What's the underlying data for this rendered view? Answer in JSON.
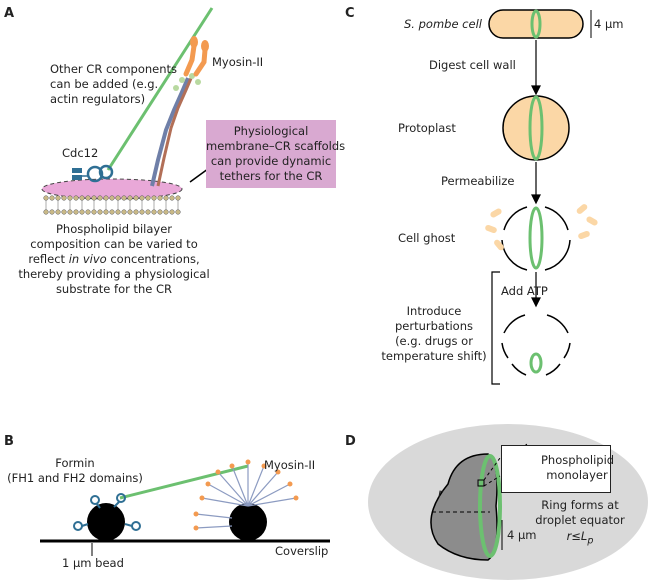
{
  "panels": {
    "a": {
      "label": "A",
      "other_cr_line1": "Other CR components",
      "other_cr_line2": "can be added (e.g.",
      "other_cr_line3": "actin regulators)",
      "myosin": "Myosin-II",
      "cdc12": "Cdc12",
      "box_line1": "Physiological",
      "box_line2": "membrane–CR scaffolds",
      "box_line3": "can provide dynamic",
      "box_line4": "tethers for the CR",
      "bottom_line1": "Phospholipid bilayer",
      "bottom_line2": "composition can be varied to",
      "bottom_line3_pre": "reflect ",
      "bottom_line3_em": "in vivo",
      "bottom_line3_post": " concentrations,",
      "bottom_line4": "thereby providing a physiological",
      "bottom_line5": "substrate for the CR"
    },
    "b": {
      "label": "B",
      "formin_line1": "Formin",
      "formin_line2": "(FH1 and FH2 domains)",
      "myosin": "Myosin-II",
      "bead": "1 μm bead",
      "coverslip": "Coverslip"
    },
    "c": {
      "label": "C",
      "cell": "S. pombe cell",
      "scale": "4 μm",
      "digest": "Digest cell wall",
      "protoplast": "Protoplast",
      "permeabilize": "Permeabilize",
      "ghost": "Cell ghost",
      "add_atp": "Add ATP",
      "introduce_line1": "Introduce",
      "introduce_line2": "perturbations",
      "introduce_line3": "(e.g. drugs or",
      "introduce_line4": "temperature shift)"
    },
    "d": {
      "label": "D",
      "phospholipid_line1": "Phospholipid",
      "phospholipid_line2": "monolayer",
      "ring_line1": "Ring forms at",
      "ring_line2": "droplet equator",
      "r": "r",
      "relation_pre": "r≤L",
      "relation_sub": "p",
      "scale": "4 μm"
    }
  },
  "colors": {
    "actin": "#6cc070",
    "cell_fill": "#fbd7a6",
    "pink": "#d9a9d1",
    "membrane_pink": "#e9a8d8",
    "myosin_head": "#f39a50",
    "bead": "#000000",
    "droplet_bg": "#d9d9d9",
    "droplet": "#8c8c8c"
  }
}
